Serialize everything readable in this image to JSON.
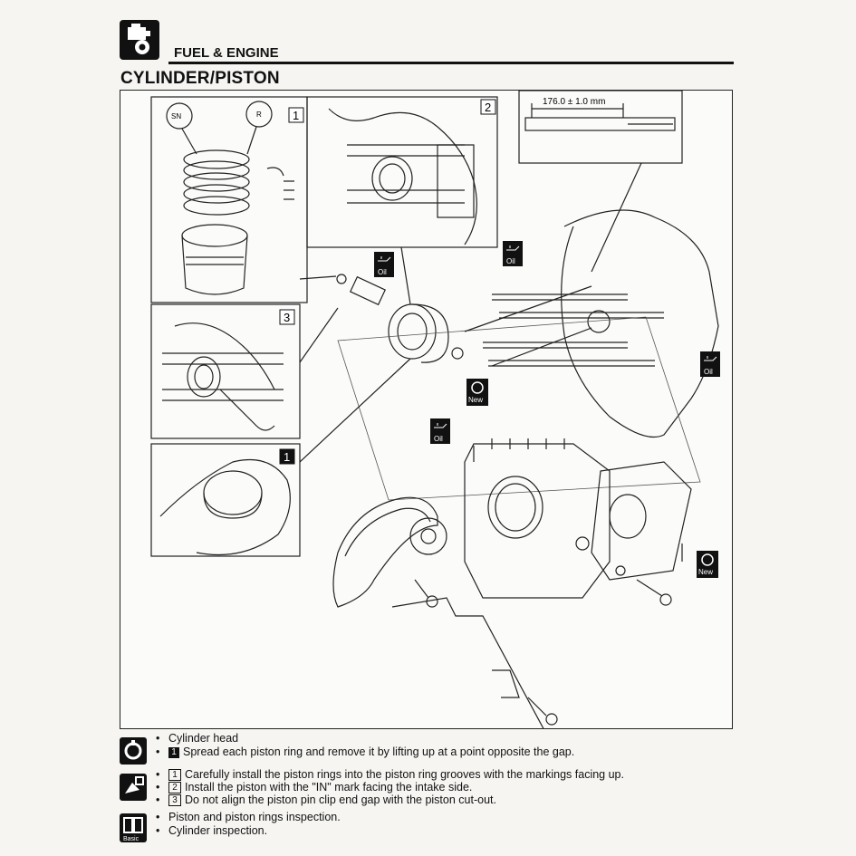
{
  "header": {
    "section_title": "FUEL & ENGINE",
    "page_title": "CYLINDER/PISTON",
    "section_icon": "engine-section-icon"
  },
  "diagram": {
    "dimension_label": "176.0 ± 1.0 mm",
    "callouts": {
      "step_1_top": "1",
      "step_2": "2",
      "step_3": "3",
      "step_1_bottom": "1"
    },
    "symbols": {
      "oil": "Oil",
      "new": "New"
    },
    "ring_marks": {
      "top_ring_mark": "SN",
      "second_ring_mark": "R"
    }
  },
  "notes": {
    "removal": {
      "icon": "removal-wrench-icon",
      "lines": [
        "Cylinder head",
        "Spread each piston ring and remove it by lifting up at a point opposite the gap."
      ],
      "step": "1"
    },
    "installation": {
      "icon": "installation-icon",
      "steps": [
        "1",
        "2",
        "3"
      ],
      "lines": [
        "Carefully install the piston rings into the piston ring grooves with the markings facing up.",
        "Install the piston with the \"IN\" mark facing the intake side.",
        "Do not align the piston pin clip end gap with the piston cut-out."
      ]
    },
    "basic": {
      "icon": "basic-book-icon",
      "icon_label": "Basic",
      "lines": [
        "Piston and piston rings inspection.",
        "Cylinder inspection."
      ]
    }
  }
}
